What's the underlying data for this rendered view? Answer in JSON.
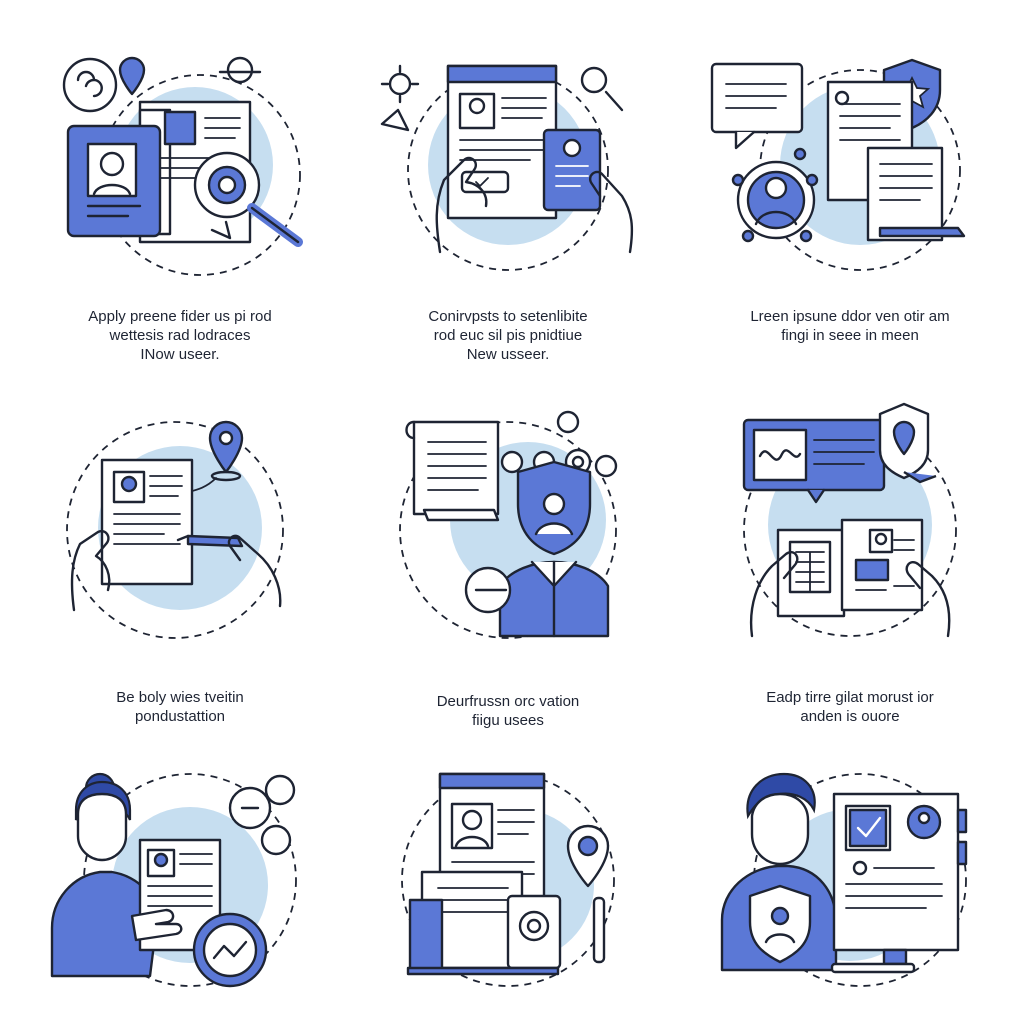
{
  "colors": {
    "accent": "#5b78d6",
    "accent_light": "#c6def0",
    "ink": "#1e2433",
    "background": "#ffffff"
  },
  "tiles": [
    {
      "icon": "resume-search-icon",
      "caption": [
        "Apply preene fider us pi rod",
        "wettesis rad lodraces",
        "INow useer."
      ]
    },
    {
      "icon": "hands-holding-resume-icon",
      "caption": [
        "Conirvpsts to setenlibite",
        "rod euc sil pis pnidtiue",
        "New usseer."
      ]
    },
    {
      "icon": "chat-documents-shield-icon",
      "caption": [
        "Lreen ipsune ddor ven otir am",
        "fingi in seee in meen"
      ]
    },
    {
      "icon": "resume-location-pen-icon",
      "caption": [
        "Be boly wies tveitin",
        "pondustattion"
      ]
    },
    {
      "icon": "person-network-shield-icon",
      "caption": [
        "Deurfrussn orc vation",
        "fiigu usees"
      ]
    },
    {
      "icon": "dashboard-tablet-icon",
      "caption": [
        "Eadp tirre gilat morust ior",
        "anden is ouore"
      ]
    },
    {
      "icon": "woman-resume-gear-icon",
      "caption": []
    },
    {
      "icon": "documents-location-icon",
      "caption": []
    },
    {
      "icon": "man-monitor-shield-icon",
      "caption": []
    }
  ]
}
